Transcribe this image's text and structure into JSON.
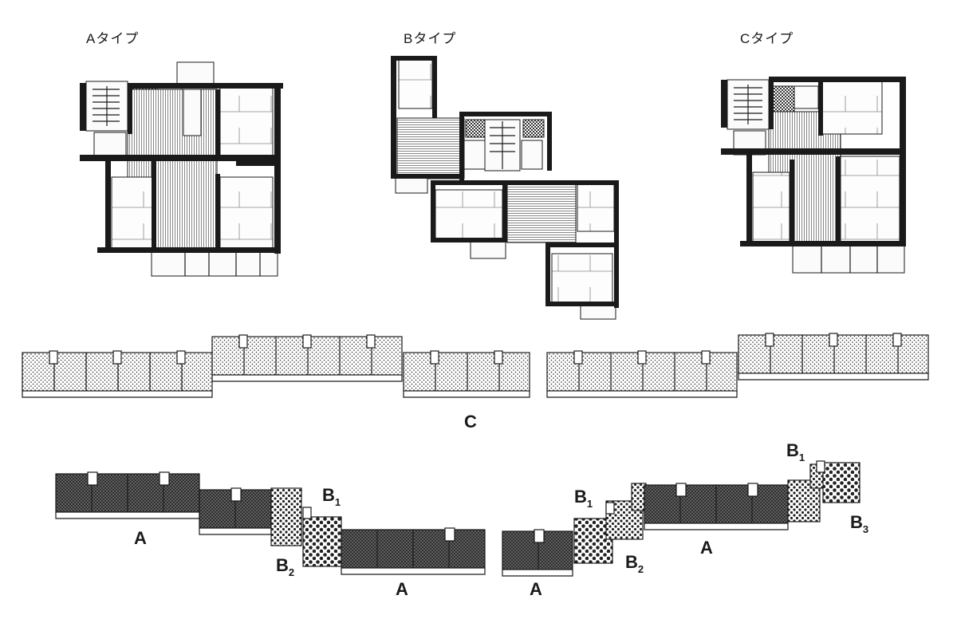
{
  "floor_plans": [
    {
      "id": "a",
      "title": "Aタイプ"
    },
    {
      "id": "b",
      "title": "Bタイプ"
    },
    {
      "id": "c",
      "title": "Cタイプ"
    }
  ],
  "site_labels": {
    "c_row": "C",
    "a_left": "A",
    "a_mid": "A",
    "a_right_small": "A",
    "a_right": "A",
    "b1": "B",
    "b2": "B",
    "b3": "B",
    "sub1": "1",
    "sub2": "2",
    "sub3": "3"
  },
  "legend_patterns": {
    "A": "cross-hatch",
    "B1": "medium-dots",
    "B2": "large-dots",
    "B3": "dense-large-dots",
    "C": "fine-dots"
  }
}
